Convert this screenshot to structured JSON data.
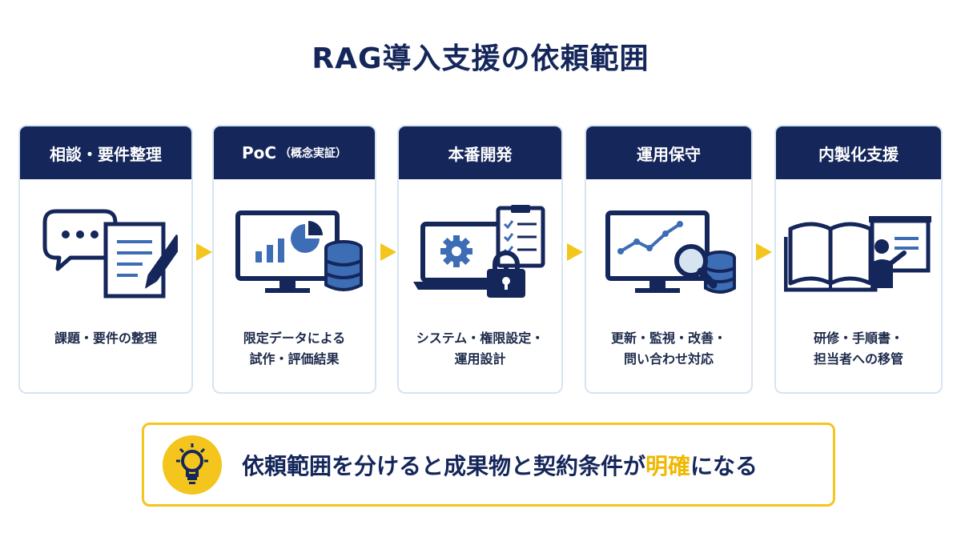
{
  "title": "RAG導入支援の依頼範囲",
  "cards": [
    {
      "title": "相談・要件整理",
      "sub": "",
      "lines": [
        "課題・要件の整理"
      ],
      "icon": "chat-document-pen-icon"
    },
    {
      "title": "PoC",
      "sub": "（概念実証）",
      "lines": [
        "限定データによる",
        "試作・評価結果"
      ],
      "icon": "monitor-chart-database-icon"
    },
    {
      "title": "本番開発",
      "sub": "",
      "lines": [
        "システム・権限設定・",
        "運用設計"
      ],
      "icon": "laptop-gear-lock-checklist-icon"
    },
    {
      "title": "運用保守",
      "sub": "",
      "lines": [
        "更新・監視・改善・",
        "問い合わせ対応"
      ],
      "icon": "monitor-trend-magnifier-icon"
    },
    {
      "title": "内製化支援",
      "sub": "",
      "lines": [
        "研修・手順書・",
        "担当者への移管"
      ],
      "icon": "book-teacher-board-icon"
    }
  ],
  "note": {
    "before": "依頼範囲を分けると成果物と契約条件が",
    "highlight": "明確",
    "after": "になる",
    "icon": "lightbulb-icon"
  },
  "colors": {
    "navy": "#14265a",
    "blue": "#3d6db5",
    "yellow": "#f3c51d",
    "border": "#d6e4f2"
  }
}
